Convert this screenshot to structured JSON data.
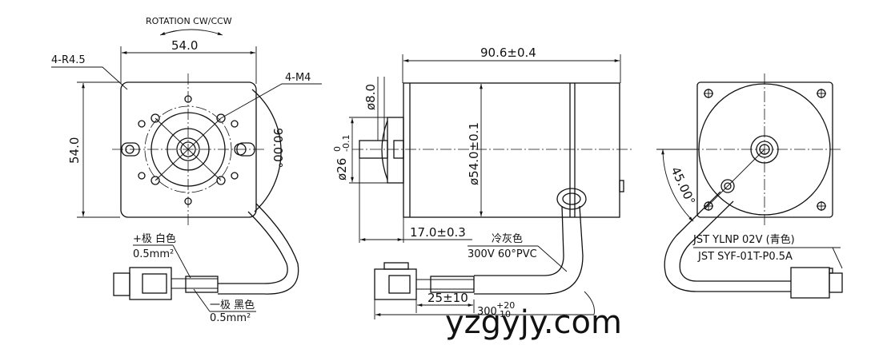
{
  "front_view": {
    "rotation": "ROTATION CW/CCW",
    "width": "54.0",
    "height": "54.0",
    "corner_radius": "4-R4.5",
    "mount_screws": "4-M4",
    "bolt_circle": "90.00°",
    "lead_positive": "+极 白色",
    "lead_positive_size": "0.5mm²",
    "lead_negative": "一极 黑色",
    "lead_negative_size": "0.5mm²"
  },
  "side_view": {
    "length": "90.6±0.4",
    "shaft_dia": "ø8.0",
    "pilot_dia": "ø26",
    "pilot_upper_tol": "0",
    "pilot_lower_tol": "-0.1",
    "body_dia": "ø54.0±0.1",
    "shaft_length": "17.0±0.3",
    "cable_color": "冷灰色",
    "cable_spec": "300V 60°PVC",
    "strip_length": "25±10",
    "cable_length": "300",
    "cable_length_upper": "+20",
    "cable_length_lower": "-10"
  },
  "rear_view": {
    "angle": "45.00°",
    "connector_spec": "JST YLNP 02V (青色)",
    "terminal_spec": "JST SYF-01T-P0.5A"
  },
  "watermark": "yzgyjy.com"
}
